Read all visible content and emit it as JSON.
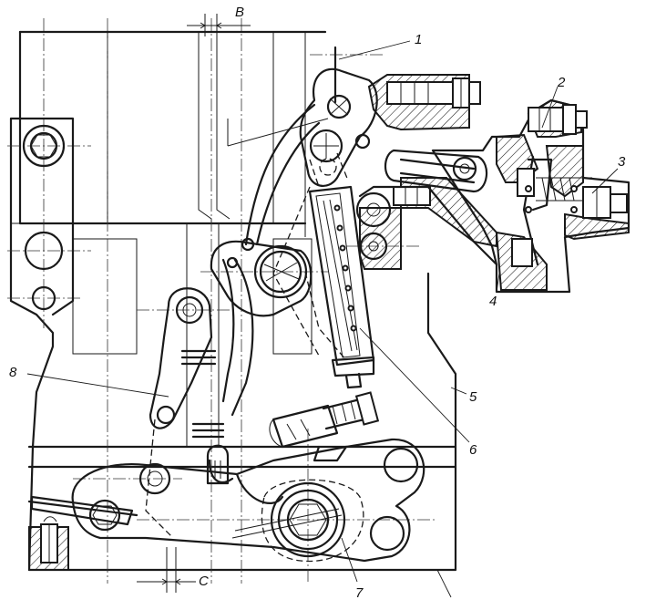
{
  "labels": {
    "l1": "1",
    "l2": "2",
    "l3": "3",
    "l4": "4",
    "l5": "5",
    "l6": "6",
    "l7": "7",
    "l8": "8",
    "dimB": "B",
    "dimC": "C"
  }
}
